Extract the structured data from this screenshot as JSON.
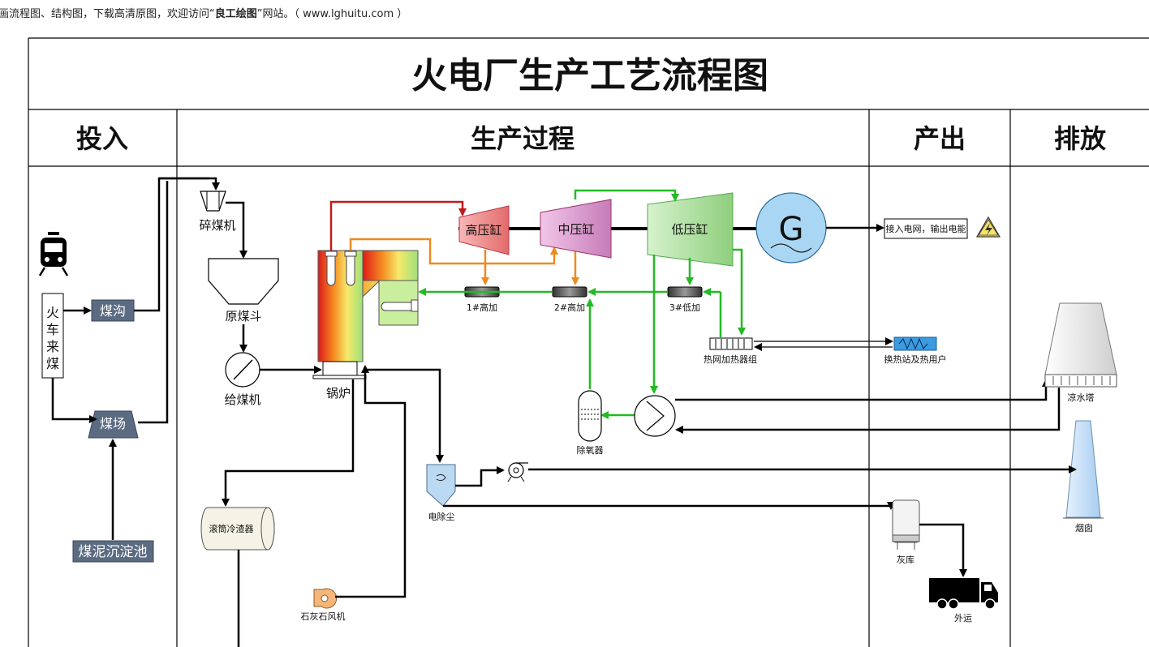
{
  "promo": {
    "prefix": "画流程图、结构图，下载高清原图，欢迎访问“",
    "brand": "良工绘图",
    "suffix": "”网站。（ www.lghuitu.com ）"
  },
  "title": "火电厂生产工艺流程图",
  "sections": {
    "input": "投入",
    "process": "生产过程",
    "output": "产出",
    "discharge": "排放"
  },
  "labels": {
    "train_coal_1": "火",
    "train_coal_2": "车",
    "train_coal_3": "来",
    "train_coal_4": "煤",
    "coal_ditch": "煤沟",
    "coal_yard": "煤场",
    "slime_pool": "煤泥沉淀池",
    "crusher": "碎煤机",
    "hopper": "原煤斗",
    "feeder": "给煤机",
    "boiler": "锅炉",
    "hp_cylinder": "高压缸",
    "ip_cylinder": "中压缸",
    "lp_cylinder": "低压缸",
    "generator": "G",
    "grid": "接入电网，输出电能",
    "hp_heater1": "1#高加",
    "hp_heater2": "2#高加",
    "lp_heater3": "3#低加",
    "heat_net": "热网加热器组",
    "heat_station": "换热站及热用户",
    "deaerator": "除氧器",
    "esp": "电除尘",
    "drum_cooler": "滚筒冷渣器",
    "limestone_fan": "石灰石风机",
    "ash_silo": "灰库",
    "transport": "外运",
    "cooling_tower": "凉水塔",
    "chimney": "烟囱"
  },
  "colors": {
    "steam_green": "#22bb22",
    "steam_orange": "#ee8a1e",
    "steam_red": "#c01b1b",
    "box_gray": "#5b6b82"
  },
  "icons": [
    "train-icon",
    "high-voltage-warning-icon",
    "truck-icon"
  ]
}
